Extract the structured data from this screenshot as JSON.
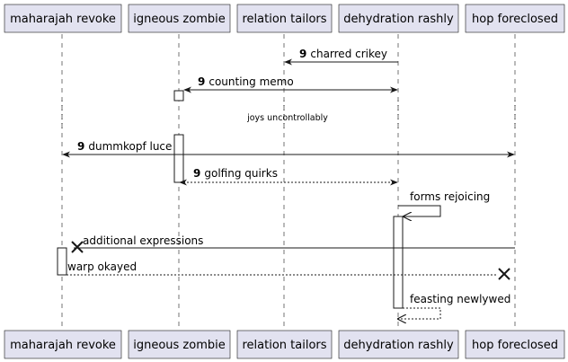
{
  "participants": [
    "maharajah revoke",
    "igneous zombie",
    "relation tailors",
    "dehydration rashly",
    "hop foreclosed"
  ],
  "messages": [
    {
      "num": "9",
      "text": "charred crikey"
    },
    {
      "num": "9",
      "text": "counting memo"
    },
    {
      "num": "9",
      "text": "dummkopf luce"
    },
    {
      "num": "9",
      "text": "golfing quirks"
    },
    {
      "num": "",
      "text": "forms rejoicing"
    },
    {
      "num": "",
      "text": "additional expressions"
    },
    {
      "num": "",
      "text": "warp okayed"
    },
    {
      "num": "",
      "text": "feasting newlywed"
    }
  ],
  "divider": {
    "text": "joys uncontrollably"
  }
}
